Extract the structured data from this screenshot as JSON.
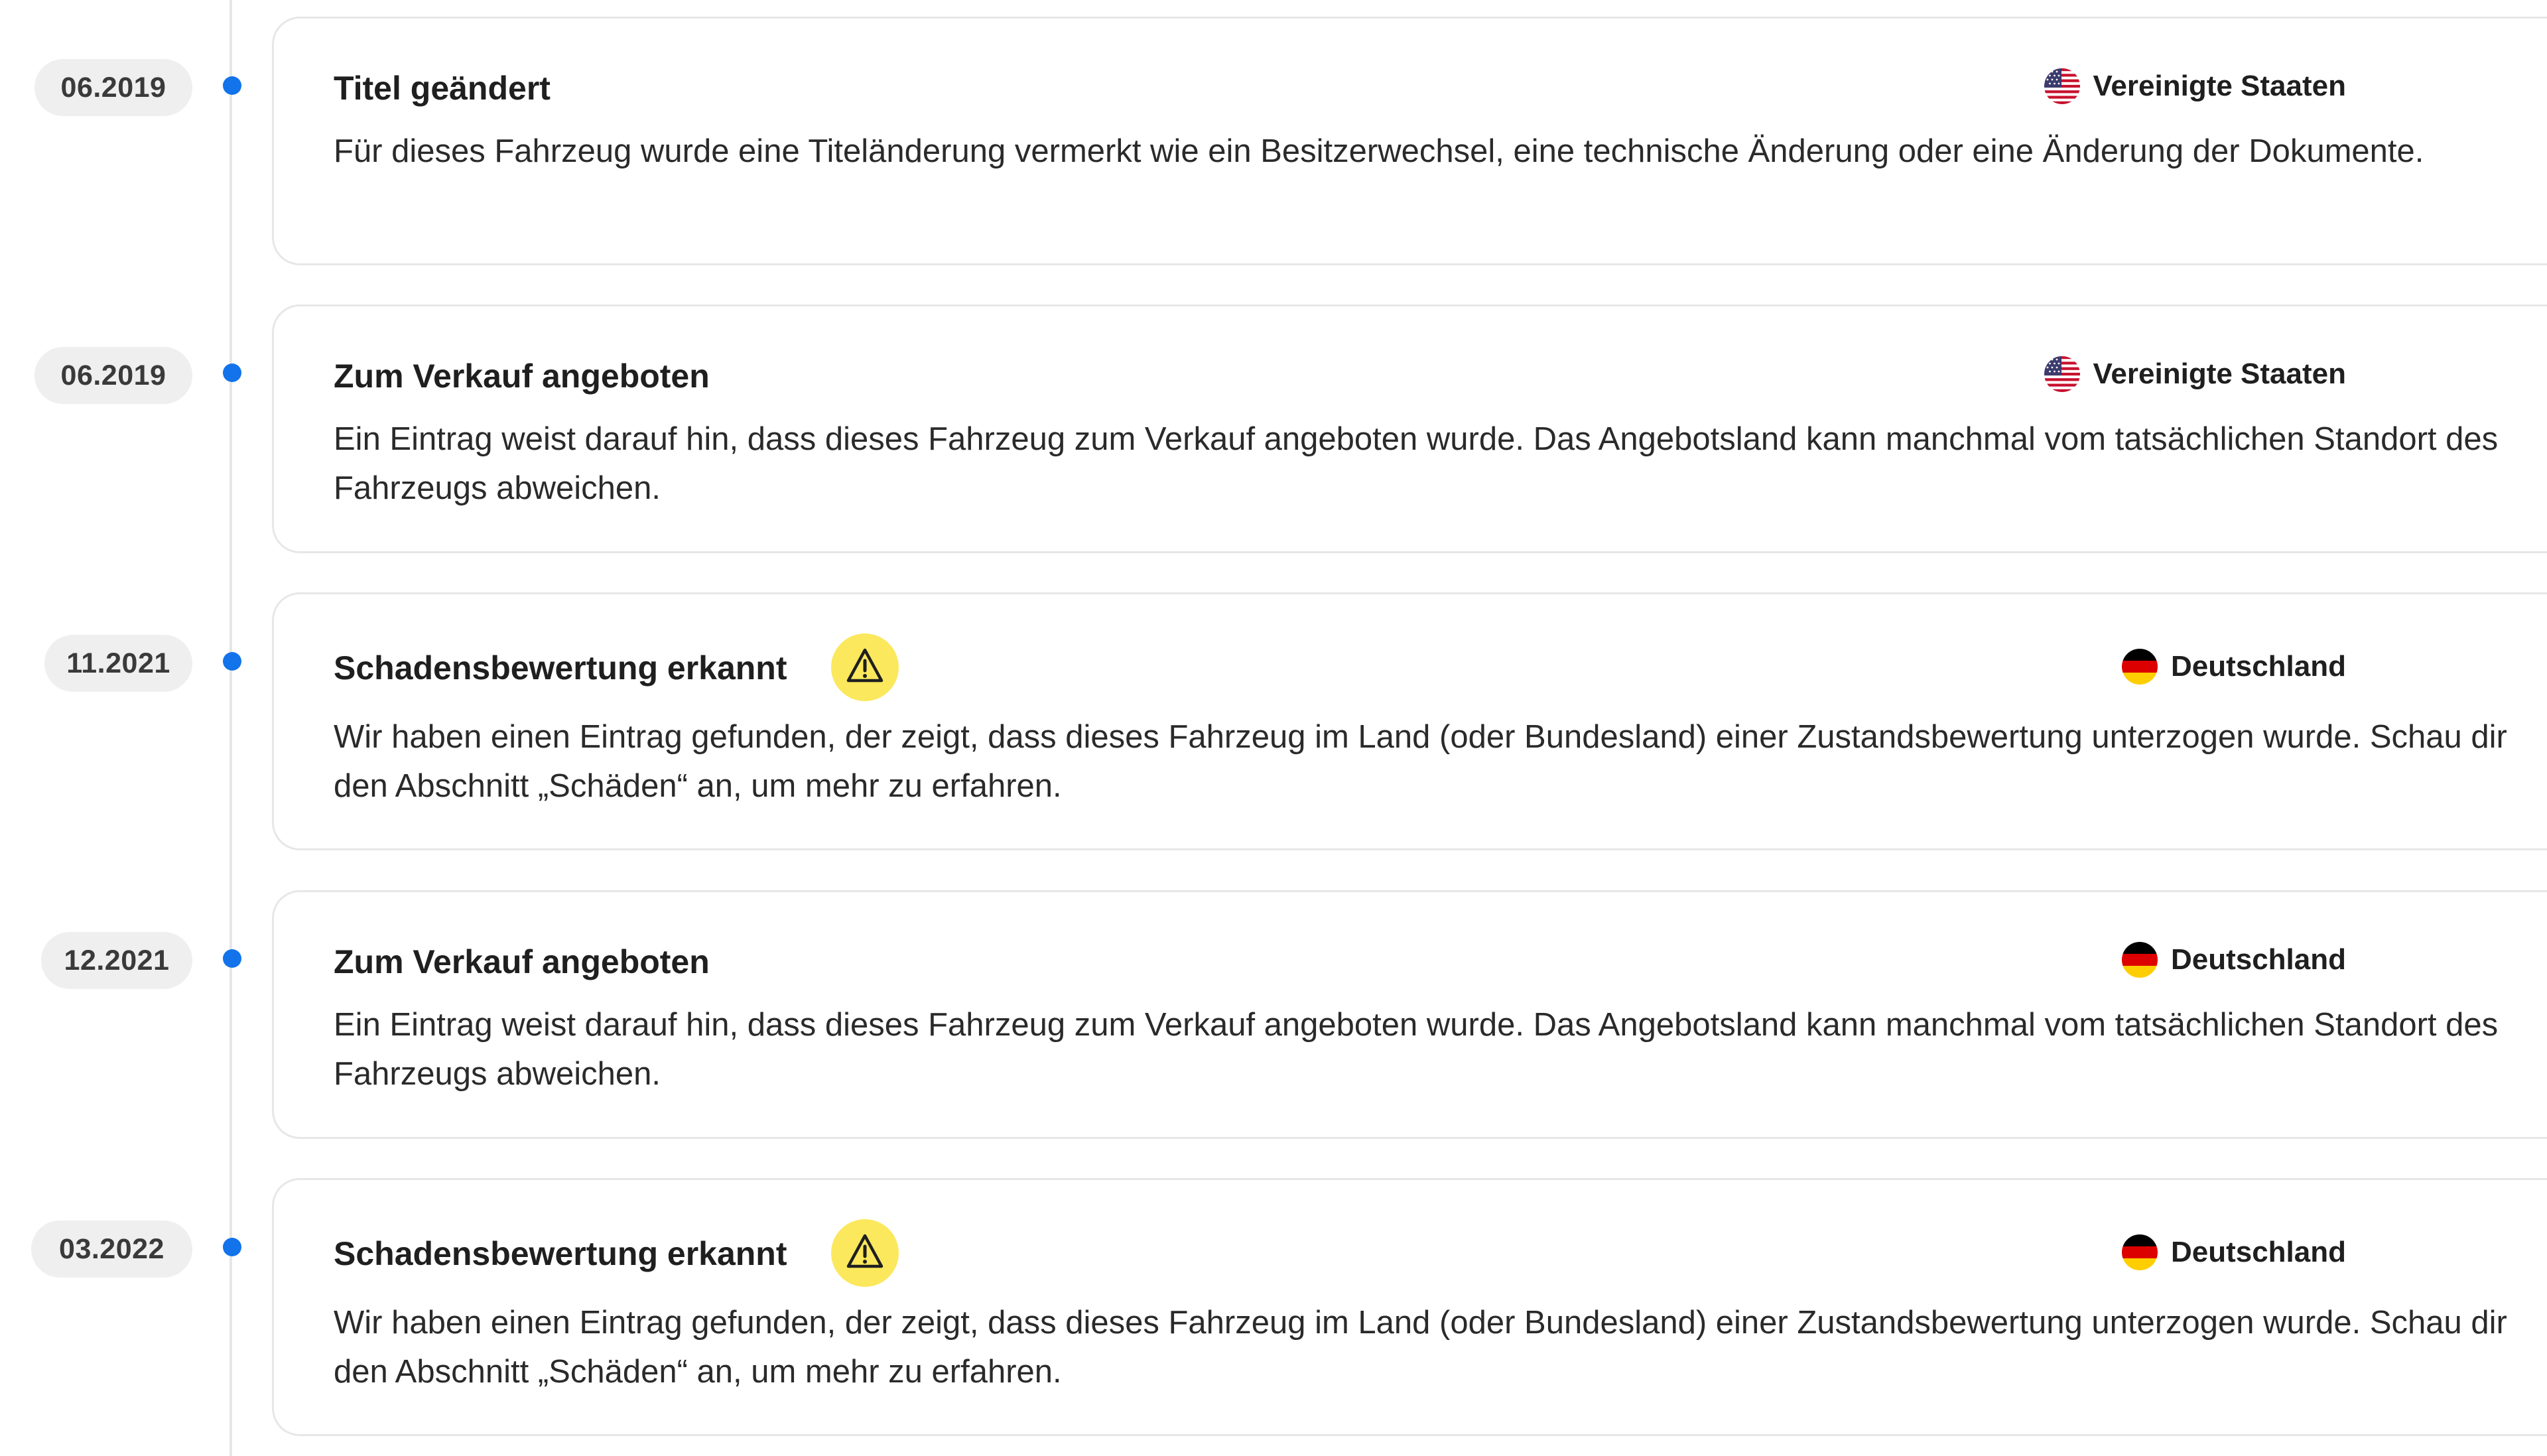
{
  "timeline": {
    "entries": [
      {
        "date": "06.2019",
        "title": "Titel geändert",
        "warning": false,
        "warning_icon": "warning-triangle-icon",
        "country": "Vereinigte Staaten",
        "flag": "us-flag-icon",
        "description": "Für dieses Fahrzeug wurde eine Titeländerung vermerkt wie ein Besitzerwechsel, eine technische Änderung oder eine Änderung der Dokumente."
      },
      {
        "date": "06.2019",
        "title": "Zum Verkauf angeboten",
        "warning": false,
        "country": "Vereinigte Staaten",
        "flag": "us-flag-icon",
        "description": "Ein Eintrag weist darauf hin, dass dieses Fahrzeug zum Verkauf angeboten wurde. Das Angebotsland kann manchmal vom tatsächlichen Standort des Fahrzeugs abweichen."
      },
      {
        "date": "11.2021",
        "title": "Schadensbewertung erkannt",
        "warning": true,
        "warning_icon": "warning-triangle-icon",
        "country": "Deutschland",
        "flag": "germany-flag-icon",
        "description": "Wir haben einen Eintrag gefunden, der zeigt, dass dieses Fahrzeug im Land (oder Bundesland) einer Zustandsbewertung unterzogen wurde. Schau dir den Abschnitt „Schäden“ an, um mehr zu erfahren."
      },
      {
        "date": "12.2021",
        "title": "Zum Verkauf angeboten",
        "warning": false,
        "country": "Deutschland",
        "flag": "germany-flag-icon",
        "description": "Ein Eintrag weist darauf hin, dass dieses Fahrzeug zum Verkauf angeboten wurde. Das Angebotsland kann manchmal vom tatsächlichen Standort des Fahrzeugs abweichen."
      },
      {
        "date": "03.2022",
        "title": "Schadensbewertung erkannt",
        "warning": true,
        "warning_icon": "warning-triangle-icon",
        "country": "Deutschland",
        "flag": "germany-flag-icon",
        "description": "Wir haben einen Eintrag gefunden, der zeigt, dass dieses Fahrzeug im Land (oder Bundesland) einer Zustandsbewertung unterzogen wurde. Schau dir den Abschnitt „Schäden“ an, um mehr zu erfahren."
      }
    ]
  },
  "colors": {
    "timeline_dot": "#1273eb",
    "warning_bg": "#fbe85c",
    "card_border": "#e7e7e7",
    "date_badge_bg": "#efefef"
  }
}
